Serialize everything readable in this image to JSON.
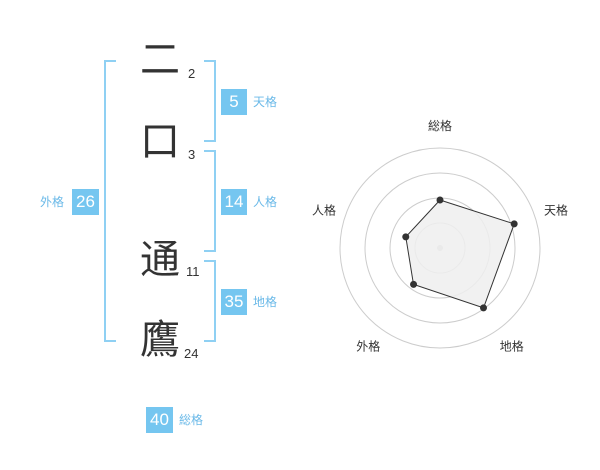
{
  "name_chars": [
    {
      "char": "二",
      "strokes": "2"
    },
    {
      "char": "口",
      "strokes": "3"
    },
    {
      "char": "通",
      "strokes": "11"
    },
    {
      "char": "鷹",
      "strokes": "24"
    }
  ],
  "fortunes": {
    "tenkaku": {
      "value": "5",
      "label": "天格"
    },
    "jinkaku": {
      "value": "14",
      "label": "人格"
    },
    "chikaku": {
      "value": "35",
      "label": "地格"
    },
    "gaikaku": {
      "value": "26",
      "label": "外格"
    },
    "soukaku": {
      "value": "40",
      "label": "総格"
    }
  },
  "colors": {
    "accent": "#75c6f0",
    "bracket": "#8fd0f3",
    "label": "#6ab9e8",
    "text": "#333333"
  },
  "chart_data": {
    "type": "radar",
    "axes": [
      "総格",
      "天格",
      "地格",
      "外格",
      "人格"
    ],
    "values": [
      0.48,
      0.78,
      0.74,
      0.45,
      0.36
    ],
    "rings": 4
  }
}
